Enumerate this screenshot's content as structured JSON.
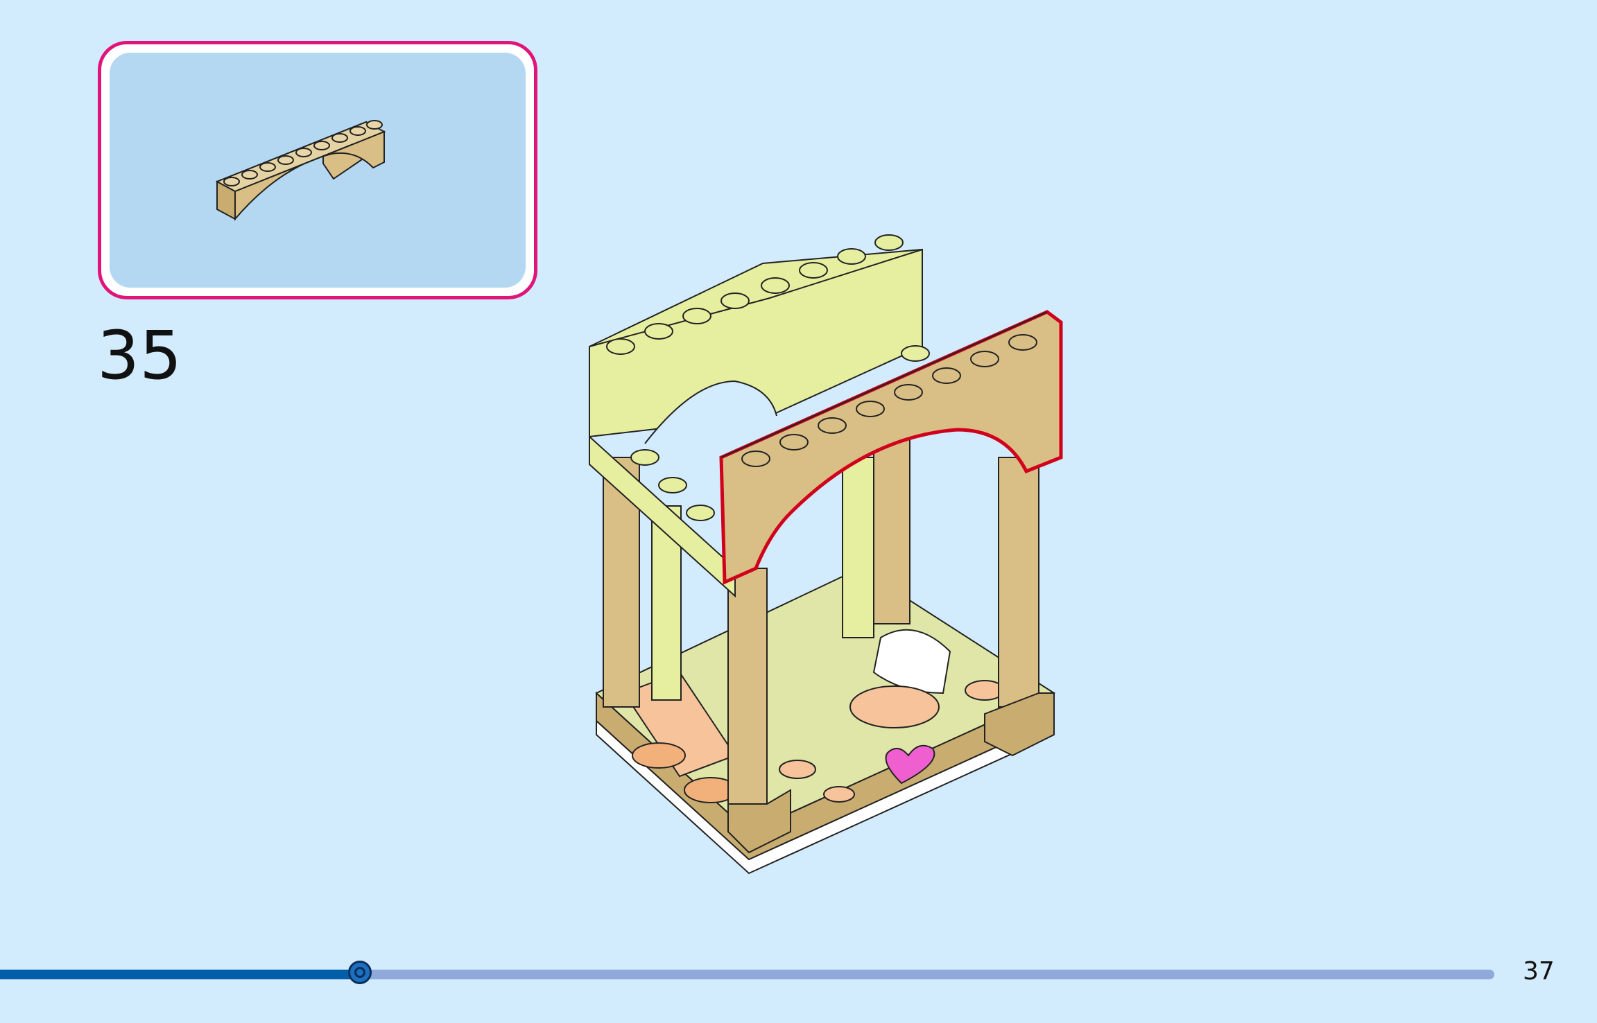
{
  "step": {
    "number": "35"
  },
  "page": {
    "number": "37"
  },
  "progress": {
    "value": 0.241
  },
  "parts_callout": {
    "part_icon": "tan-arch-brick-icon"
  },
  "model_image": {
    "icon": "lego-model-step-icon"
  },
  "colors": {
    "callout_border": "#e0157a",
    "callout_fill": "#b4d8f2",
    "page_background": "#d3ecfd",
    "progress_fill": "#005fa8",
    "progress_track": "#8fa9db",
    "highlight_outline": "#d0021b"
  }
}
